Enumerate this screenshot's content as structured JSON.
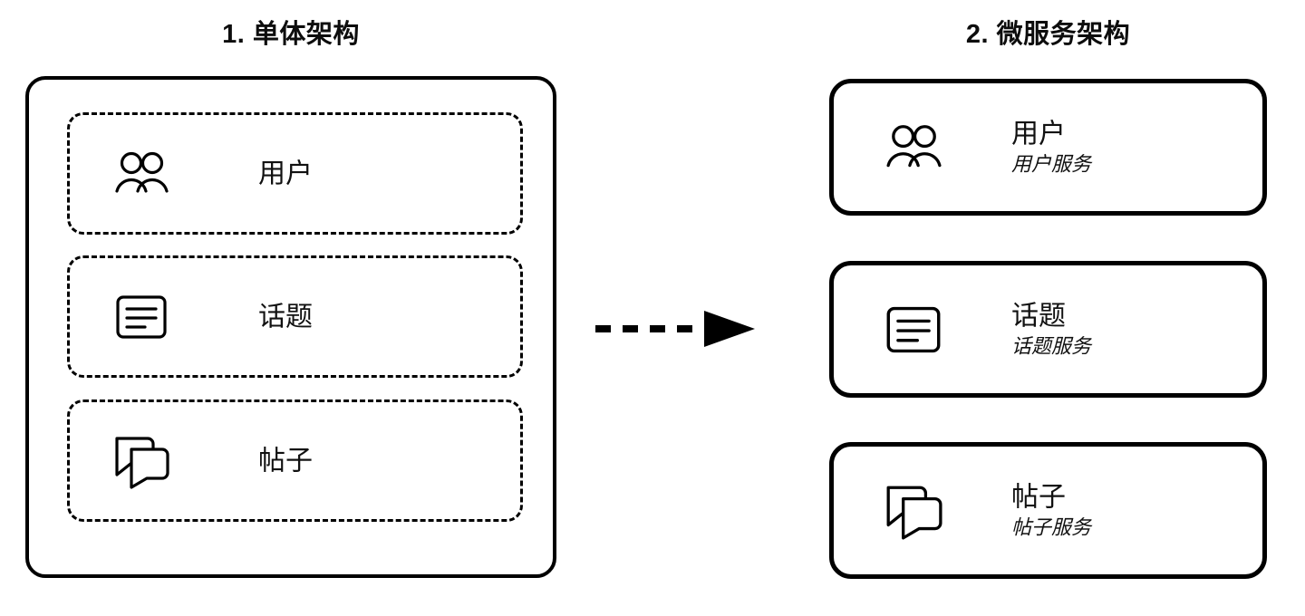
{
  "diagram": {
    "background_color": "#ffffff",
    "stroke_color": "#000000"
  },
  "left_panel": {
    "title": "1. 单体架构",
    "container_style": "solid-rounded-rect",
    "modules": [
      {
        "label": "用户",
        "icon": "users-icon"
      },
      {
        "label": "话题",
        "icon": "article-icon"
      },
      {
        "label": "帖子",
        "icon": "chat-bubbles-icon"
      }
    ]
  },
  "transition": {
    "arrow": "dashed-right-arrow"
  },
  "right_panel": {
    "title": "2. 微服务架构",
    "services": [
      {
        "title": "用户",
        "subtitle": "用户服务",
        "icon": "users-icon"
      },
      {
        "title": "话题",
        "subtitle": "话题服务",
        "icon": "article-icon"
      },
      {
        "title": "帖子",
        "subtitle": "帖子服务",
        "icon": "chat-bubbles-icon"
      }
    ]
  }
}
